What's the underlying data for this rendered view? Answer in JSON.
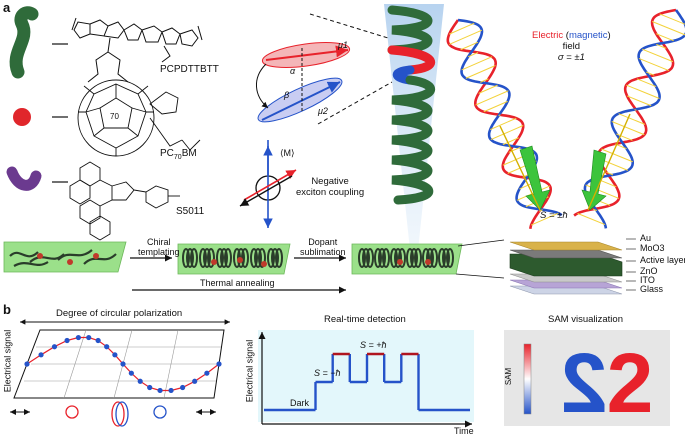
{
  "panel_a": {
    "label": "a",
    "materials": {
      "polymer": "PCPDTTBTT",
      "fullerene_pre": "PC",
      "fullerene_sub": "70",
      "fullerene_post": "BM",
      "chiral_dopant": "S5011",
      "cage_number": "70"
    },
    "dipoles": {
      "mu1": "μ1",
      "mu2": "μ2",
      "alpha": "α",
      "beta": "β",
      "M": "⟨M⟩"
    },
    "coupling_line1": "Negative",
    "coupling_line2": "exciton coupling",
    "field_part1": "Electric",
    "field_open": " (",
    "field_part2": "magnetic",
    "field_close": ")",
    "field_line2": "field",
    "sigma": "σ = ±1",
    "spin": "S = ±ħ",
    "process": {
      "step1_line1": "Chiral",
      "step1_line2": "templating",
      "step2_line1": "Dopant",
      "step2_line2": "sublimation",
      "annealing": "Thermal annealing"
    },
    "device_layers": [
      "Au",
      "MoO3",
      "Active layer",
      "ZnO",
      "ITO",
      "Glass"
    ]
  },
  "panel_b": {
    "label": "b",
    "dcp": {
      "title": "Degree of circular polarization",
      "ylabel": "Electrical signal"
    },
    "rtd": {
      "title": "Real-time detection",
      "ylabel": "Electrical signal",
      "xlabel": "Time",
      "dark": "Dark",
      "s_minus": "S = −ħ",
      "s_plus": "S = +ħ"
    },
    "sam": {
      "title": "SAM visualization",
      "colorbar_label": "SAM"
    }
  },
  "colors": {
    "electric": "#e8222b",
    "magnetic": "#2553c9",
    "polymer": "#2f6b3a",
    "film": "#9be08a",
    "arrow": "#3cc43c"
  },
  "chart_data": [
    {
      "type": "scatter",
      "title": "Degree of circular polarization",
      "ylabel": "Electrical signal",
      "xlabel": "",
      "x": [
        0,
        1,
        2,
        3,
        4,
        5,
        6,
        7,
        8,
        9,
        10,
        11,
        12,
        13,
        14,
        15,
        16,
        17,
        18
      ],
      "y": [
        0.0,
        0.34,
        0.64,
        0.87,
        0.98,
        0.98,
        0.87,
        0.64,
        0.34,
        0.0,
        -0.34,
        -0.64,
        -0.87,
        -0.98,
        -0.98,
        -0.87,
        -0.64,
        -0.34,
        0.0
      ],
      "grid": true
    },
    {
      "type": "line",
      "title": "Real-time detection",
      "xlabel": "Time",
      "ylabel": "Electrical signal",
      "annotations": [
        "Dark",
        "S = −ħ",
        "S = +ħ"
      ],
      "x": [
        0,
        3,
        3,
        4,
        4,
        5,
        5,
        6,
        6,
        7,
        7,
        8,
        8,
        9,
        9,
        12
      ],
      "y": [
        0,
        0,
        1,
        1,
        2,
        2,
        1,
        1,
        2,
        2,
        1,
        1,
        2,
        2,
        0,
        0
      ],
      "grid": false
    }
  ]
}
